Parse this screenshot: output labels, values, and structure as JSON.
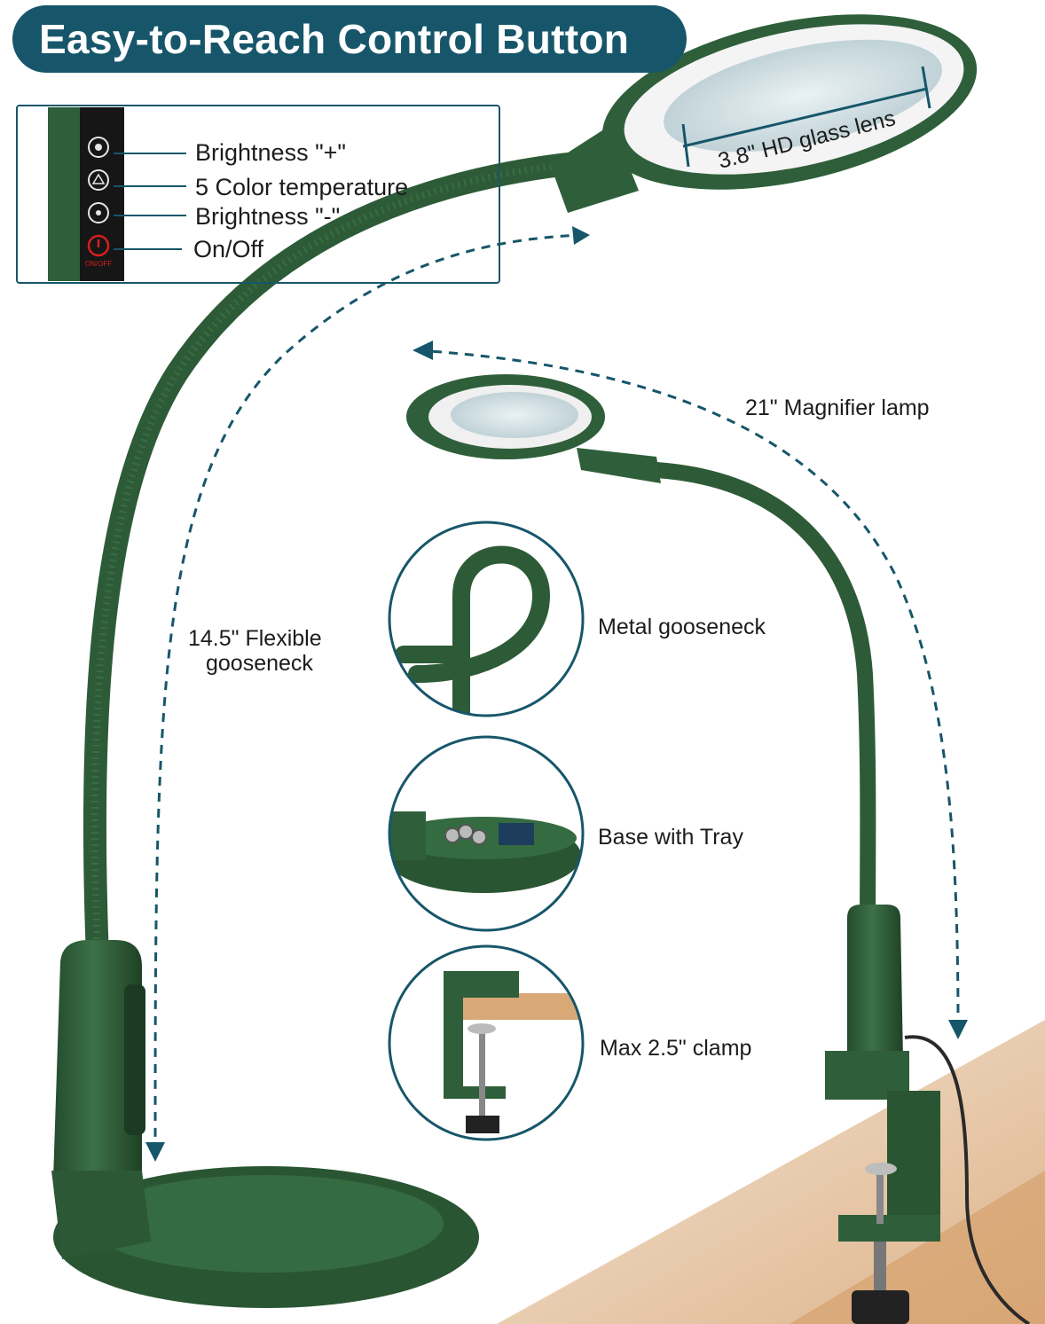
{
  "banner": {
    "title": "Easy-to-Reach Control Button"
  },
  "controls": {
    "items": [
      {
        "label": "Brightness \"+\"",
        "icon": "brightness-plus-icon"
      },
      {
        "label": "5 Color temperature",
        "icon": "color-temperature-icon"
      },
      {
        "label": "Brightness \"-\"",
        "icon": "brightness-minus-icon"
      },
      {
        "label": "On/Off",
        "icon": "power-icon"
      }
    ],
    "power_caption": "ON/OFF"
  },
  "lens": {
    "label": "3.8\" HD glass lens"
  },
  "gooseneck": {
    "line1": "14.5\" Flexible",
    "line2": "gooseneck"
  },
  "lamp": {
    "label": "21\" Magnifier lamp"
  },
  "features": [
    {
      "label": "Metal gooseneck"
    },
    {
      "label": "Base with Tray"
    },
    {
      "label": "Max 2.5\" clamp"
    }
  ],
  "colors": {
    "brand_teal": "#17566a",
    "lamp_green": "#2f5f3a",
    "lamp_green_dark": "#234a2c",
    "desk_wood": "#d9a877",
    "power_red": "#d32020"
  }
}
